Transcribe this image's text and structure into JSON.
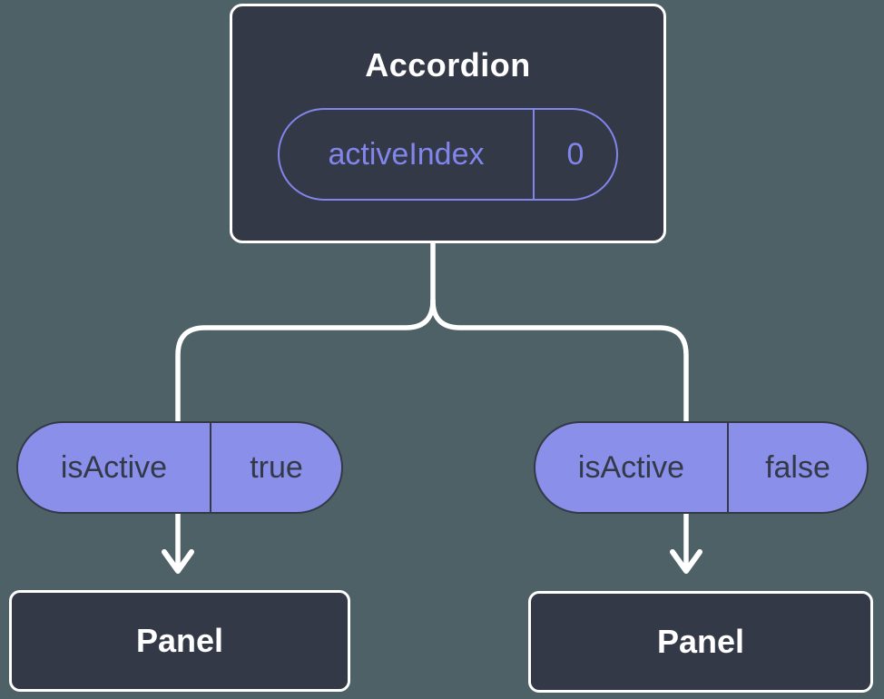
{
  "diagram": {
    "root": {
      "title": "Accordion",
      "prop": {
        "name": "activeIndex",
        "value": "0"
      }
    },
    "children": [
      {
        "prop": {
          "name": "isActive",
          "value": "true"
        },
        "label": "Panel"
      },
      {
        "prop": {
          "name": "isActive",
          "value": "false"
        },
        "label": "Panel"
      }
    ],
    "colors": {
      "background": "#4d6166",
      "node_fill": "#333947",
      "node_border": "#ffffff",
      "title_text": "#ffffff",
      "pill_fill": "#8a90ea",
      "pill_accent": "#8286ec",
      "pill_text_dark": "#333947",
      "connector": "#ffffff"
    }
  }
}
